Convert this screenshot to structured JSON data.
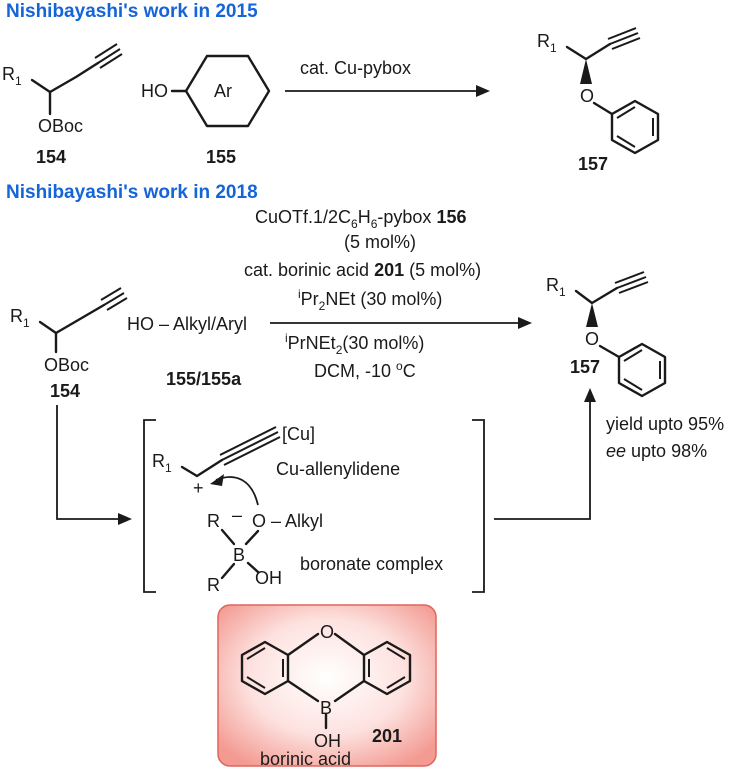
{
  "header_2015": "Nishibayashi's work in 2015",
  "header_2018": "Nishibayashi's work in 2018",
  "r1_part1": "R",
  "r1_sub": "1",
  "oboc": "OBoc",
  "ho": "HO",
  "ar": "Ar",
  "o_atom": "O",
  "label_154": "154",
  "label_155": "155",
  "label_157": "157",
  "label_155_155a": "155/155a",
  "cond_2015": "cat. Cu-pybox",
  "cond_line1_a": "CuOTf.1/2C",
  "cond_line1_sub6": "6",
  "cond_line1_h": "H",
  "cond_line1_b": "-pybox ",
  "cond_line1_bold": "156",
  "cond_line2": "(5 mol%)",
  "cond_line3_a": "cat. borinic acid ",
  "cond_line3_bold": "201",
  "cond_line3_b": " (5 mol%)",
  "cond_line4_i": "i",
  "cond_line4_a": "Pr",
  "cond_line4_sub": "2",
  "cond_line4_b": "NEt (30 mol%)",
  "cond_line5_i": "i",
  "cond_line5_a": "PrNEt",
  "cond_line5_sub": "2",
  "cond_line5_b": "(30 mol%)",
  "cond_line6_a": "DCM, -10 ",
  "cond_line6_sup": "o",
  "cond_line6_b": "C",
  "reagent_2018": "HO – Alkyl/Aryl",
  "yield_text": "yield upto 95%",
  "ee_italic": "ee",
  "ee_rest": " upto 98%",
  "cu_label": "[Cu]",
  "cu_allenylidene": "Cu-allenylidene",
  "plus": "+",
  "minus": "–",
  "r_atom": "R",
  "b_atom": "B",
  "oh": "OH",
  "o_alkyl": "O – Alkyl",
  "boronate_complex": "boronate complex",
  "o_ring": "O",
  "b_ring": "B",
  "oh_ring": "OH",
  "label_201": "201",
  "borinic_acid": "borinic acid",
  "colors": {
    "header": "#1565d8",
    "box_fill": "#f4a8a0",
    "box_border": "#e0655d"
  }
}
